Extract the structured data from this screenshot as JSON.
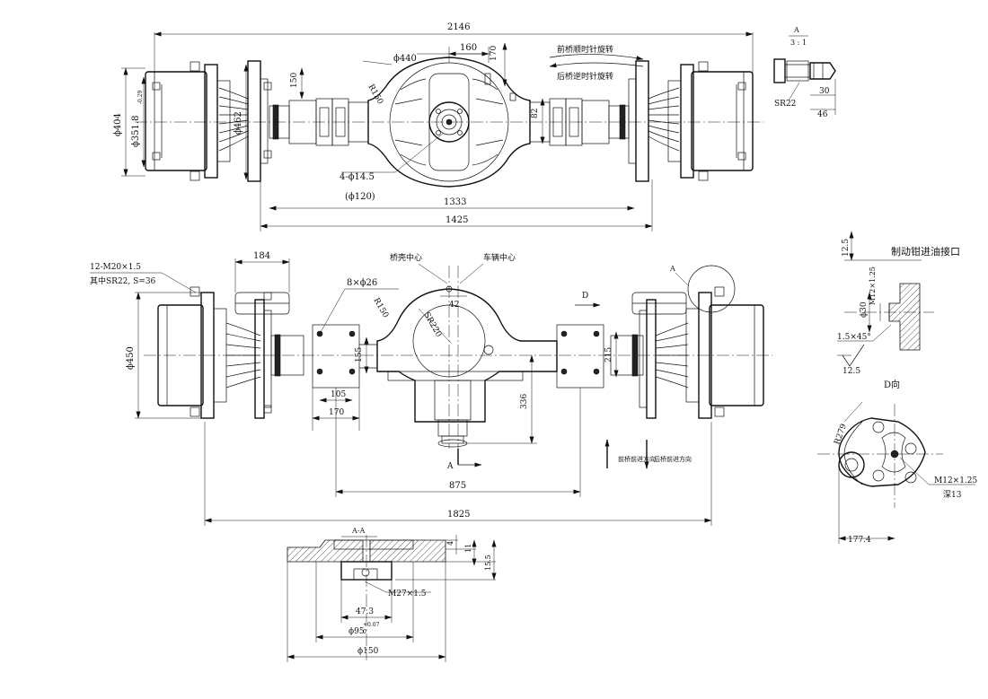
{
  "top_view": {
    "dim_overall": "2146",
    "dim_diff": "160",
    "dim_right": "170",
    "dim_phi440": "ϕ440",
    "dim_r150": "R150",
    "dim_150": "150",
    "dim_82": "82",
    "dim_phi404": "ϕ404",
    "dim_phi351": "ϕ351.8",
    "dim_phi351_tol": "-0.29",
    "dim_phi462": "ϕ462",
    "dim_holes": "4-ϕ14.5",
    "dim_holes_pcd": "(ϕ120)",
    "dim_1333": "1333",
    "dim_1425": "1425",
    "rotation_front": "前桥顺时针旋转",
    "rotation_rear": "后桥逆时针旋转"
  },
  "detail_a": {
    "label": "A",
    "scale": "3 : 1",
    "sr22": "SR22",
    "dim_30": "30",
    "dim_46": "46"
  },
  "front_view": {
    "dim_184": "184",
    "bolts": "12-M20×1.5",
    "bolts_note": "其中SR22, S=36",
    "holes": "8×ϕ26",
    "housing_center": "桥壳中心",
    "vehicle_center": "车辆中心",
    "dim_42": "42",
    "dim_r150": "R150",
    "dim_sr220": "SR220",
    "dim_phi450": "ϕ450",
    "dim_155": "155",
    "dim_215": "215",
    "dim_105": "105",
    "dim_170": "170",
    "dim_336": "336",
    "dim_875": "875",
    "dim_1825": "1825",
    "view_d": "D",
    "view_a": "A",
    "detail_a_marker": "A",
    "front_dir": "前桥前进方向",
    "rear_dir": "后桥前进方向"
  },
  "section_aa": {
    "title": "A-A",
    "dim_4": "4",
    "dim_11": "11",
    "dim_15_5": "15.5",
    "thread": "M27×1.5",
    "dim_47_3": "47.3",
    "dim_phi95": "ϕ95",
    "dim_phi95_tol_up": "+0.07",
    "dim_phi95_tol_low": "0",
    "dim_phi150": "ϕ150"
  },
  "brake_port": {
    "title": "制动钳进油接口",
    "dim_12_5_top": "12.5",
    "thread": "M12×1.25",
    "dim_phi30": "ϕ30",
    "chamfer": "1.5×45°",
    "roughness": "12.5"
  },
  "view_d": {
    "title": "D向",
    "radius": "R279",
    "thread": "M12×1.25",
    "depth": "深13",
    "dim_177_4": "177.4"
  }
}
